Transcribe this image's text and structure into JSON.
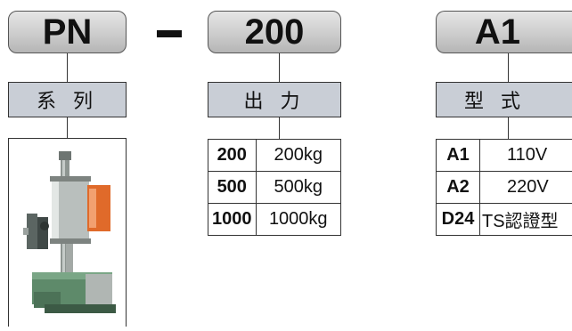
{
  "groups": [
    {
      "code": "PN",
      "label": "系 列"
    },
    {
      "code": "200",
      "label": "出 力"
    },
    {
      "code": "A1",
      "label": "型 式"
    }
  ],
  "separator": "-",
  "force_table": [
    {
      "code": "200",
      "value": "200kg"
    },
    {
      "code": "500",
      "value": "500kg"
    },
    {
      "code": "1000",
      "value": "1000kg"
    }
  ],
  "type_table": [
    {
      "code": "A1",
      "value": "110V"
    },
    {
      "code": "A2",
      "value": "220V"
    },
    {
      "code": "D24",
      "value": "TS認證型"
    }
  ],
  "colors": {
    "label_fill": "#c9ced6",
    "code_fill_top": "#e6e6e6",
    "code_fill_bottom": "#b5b5b5"
  }
}
